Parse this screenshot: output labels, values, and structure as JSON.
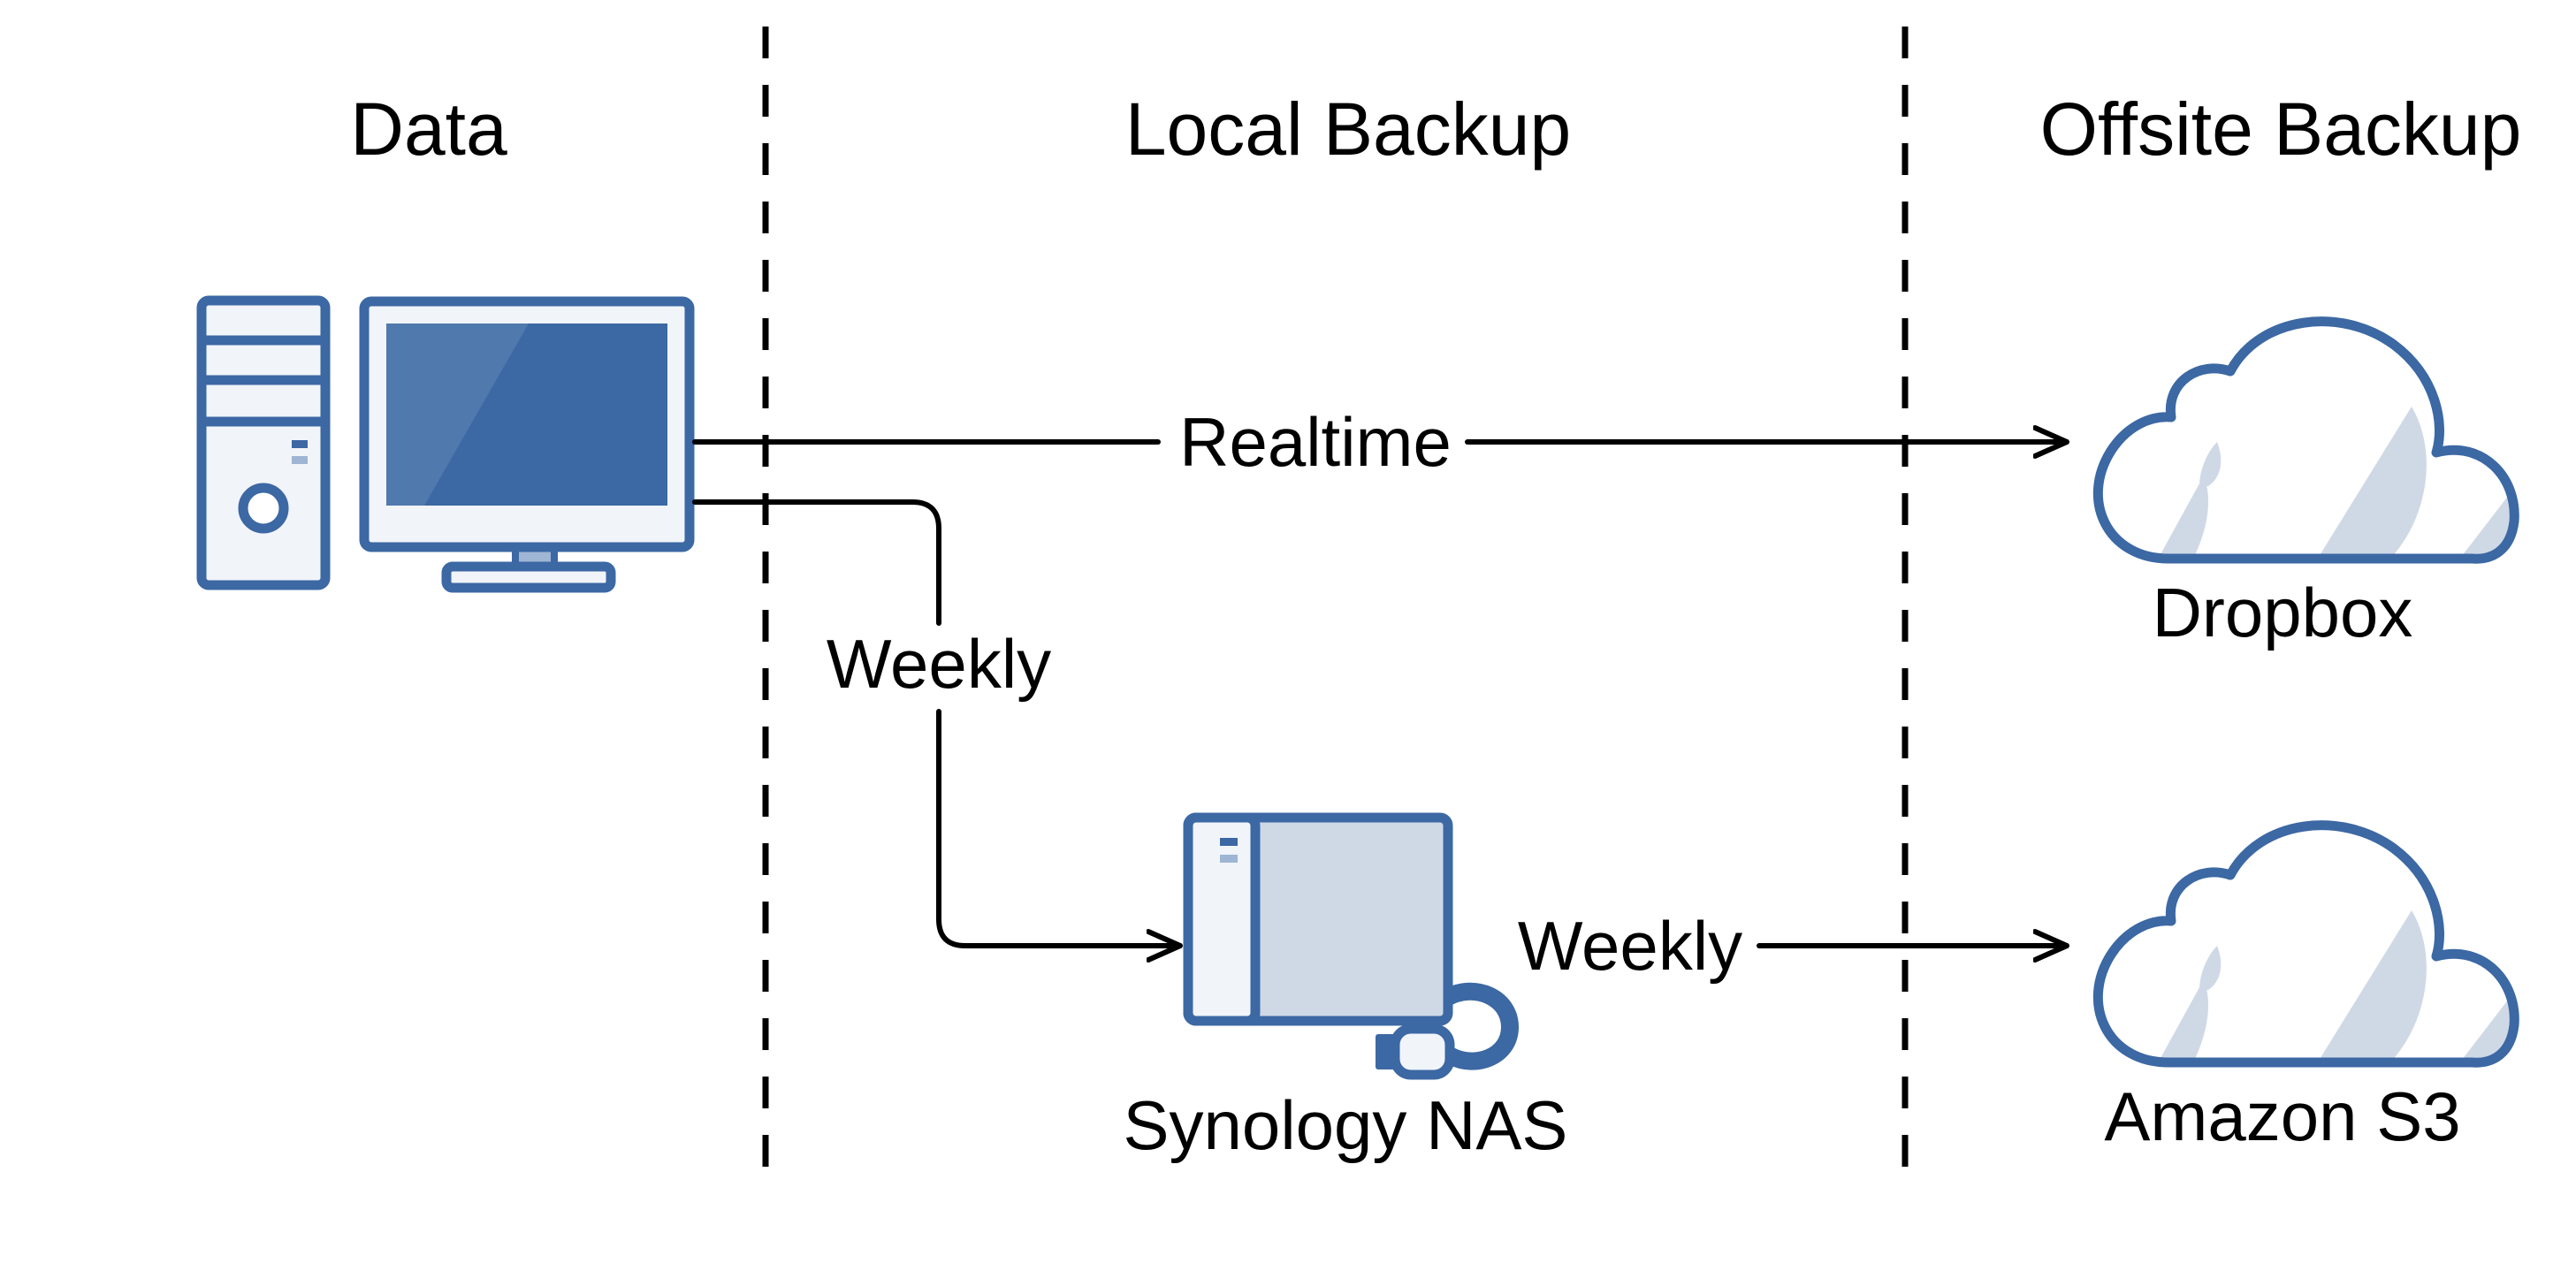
{
  "columns": {
    "data": "Data",
    "local_backup": "Local Backup",
    "offsite_backup": "Offsite Backup"
  },
  "nodes": {
    "computer": {
      "icon": "desktop-computer-icon"
    },
    "nas": {
      "label": "Synology NAS",
      "icon": "nas-drive-icon"
    },
    "dropbox": {
      "label": "Dropbox",
      "icon": "cloud-icon"
    },
    "s3": {
      "label": "Amazon S3",
      "icon": "cloud-icon"
    }
  },
  "edges": {
    "computer_to_dropbox": "Realtime",
    "computer_to_nas": "Weekly",
    "nas_to_s3": "Weekly"
  },
  "colors": {
    "icon_outline": "#3c68a4",
    "screen_fill": "#3c68a4",
    "screen_highlight": "#5079ad",
    "icon_light_fill": "#f1f4f9",
    "cloud_shadow": "#cfd9e6",
    "lines": "#000000"
  }
}
